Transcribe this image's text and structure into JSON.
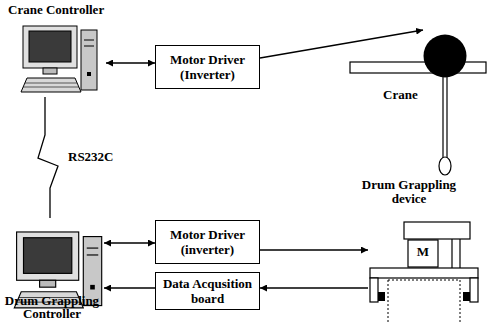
{
  "diagram": {
    "nodes": [
      {
        "text": [
          "Crane Controller"
        ]
      },
      {
        "text": [
          "Motor Driver (Inverter)"
        ]
      },
      {
        "text": [
          "Crane"
        ]
      },
      {
        "text": [
          "Drum Grappling Controller"
        ]
      },
      {
        "text": [
          "Motor Driver (inverter)"
        ]
      },
      {
        "text": [
          "Drum Grappling device",
          "M"
        ]
      },
      {
        "text": [
          "Data Acqusition board"
        ]
      }
    ],
    "edges": [
      {
        "from": 0,
        "to": 1,
        "arrow": "both"
      },
      {
        "from": 1,
        "to": 2,
        "arrow": "to"
      },
      {
        "from": 0,
        "to": 3,
        "label": "RS232C",
        "arrow": "none"
      },
      {
        "from": 3,
        "to": 4,
        "arrow": "both"
      },
      {
        "from": 4,
        "to": 5,
        "arrow": "to"
      },
      {
        "from": 5,
        "to": 6,
        "arrow": "to"
      },
      {
        "from": 6,
        "to": 3,
        "arrow": "to"
      }
    ]
  }
}
